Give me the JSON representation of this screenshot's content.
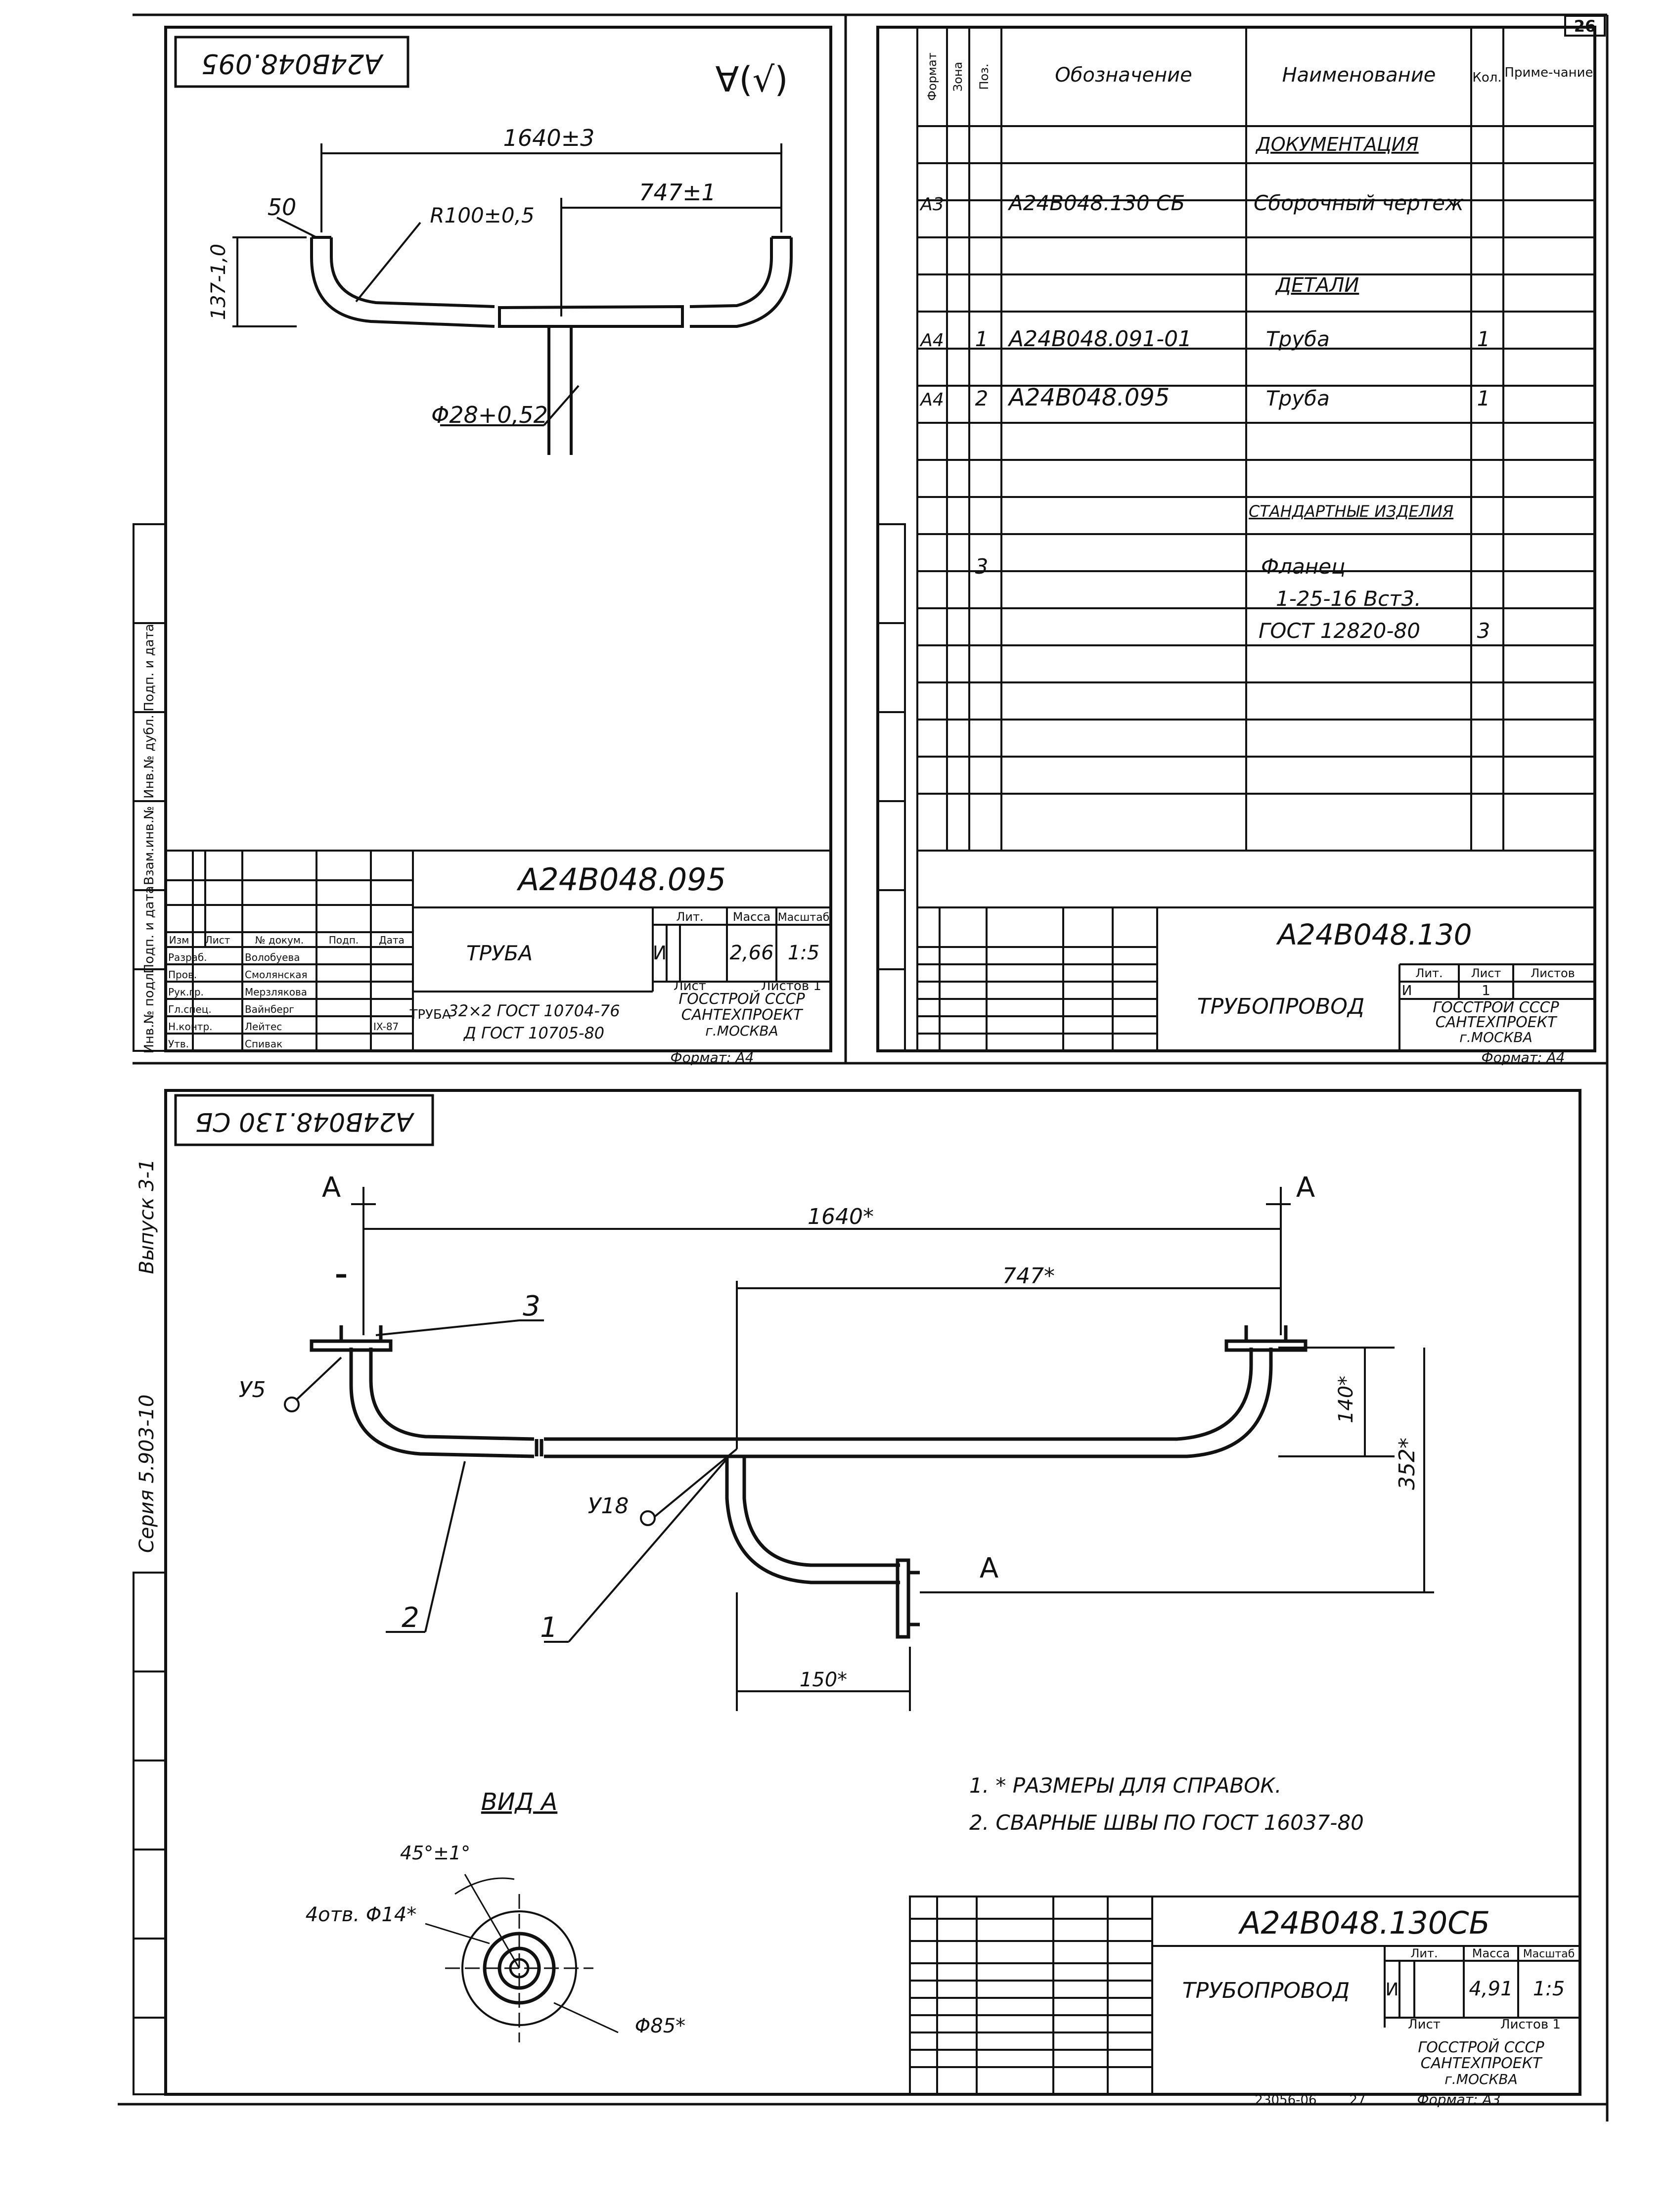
{
  "page_number": "26",
  "sheet1": {
    "top_code": "А24В048.095",
    "roughness": "∀(√)",
    "dim_length": "1640±3",
    "dim_half": "747±1",
    "dim_radius": "R100±0,5",
    "dim_angle": "50",
    "dim_height": "137-1,0",
    "dim_hole": "Φ28+0,52",
    "title": {
      "code": "А24В048.095",
      "name": "ТРУБА",
      "lit": "И",
      "mass": "2,66",
      "scale": "1:5",
      "lit_h": "Лит.",
      "mass_h": "Масса",
      "scale_h": "Масштаб",
      "sheet_h": "Лист",
      "sheets_h": "Листов 1",
      "material_label": "ТРУБА",
      "material_1": "32×2 ГОСТ 10704-76",
      "material_2": "Д ГОСТ 10705-80",
      "org_1": "ГОССТРОЙ СССР",
      "org_2": "САНТЕХПРОЕКТ",
      "org_3": "г.МОСКВА",
      "format": "Формат: А4",
      "col_izm": "Изм",
      "col_list": "Лист",
      "col_doc": "№ докум.",
      "col_sign": "Подп.",
      "col_date": "Дата",
      "roles": [
        "Разраб.",
        "Пров.",
        "Рук.гр.",
        "Гл.спец.",
        "Н.контр.",
        "Утв."
      ],
      "names": [
        "Волобуева",
        "Смолянская",
        "Мерзлякова",
        "Вайнберг",
        "Лейтес",
        "Спивак"
      ],
      "date_mark": "IX-87"
    }
  },
  "sheet2": {
    "headers": [
      "Формат",
      "Зона",
      "Поз.",
      "Обозначение",
      "Наименование",
      "Кол.",
      "Приме-чание"
    ],
    "rows": [
      {
        "format": "",
        "pos": "",
        "code": "",
        "name": "ДОКУМЕНТАЦИЯ",
        "qty": ""
      },
      {
        "format": "А3",
        "pos": "",
        "code": "А24В048.130 СБ",
        "name": "Сборочный чертеж",
        "qty": ""
      },
      {
        "format": "",
        "pos": "",
        "code": "",
        "name": "ДЕТАЛИ",
        "qty": ""
      },
      {
        "format": "А4",
        "pos": "1",
        "code": "А24В048.091-01",
        "name": "Труба",
        "qty": "1"
      },
      {
        "format": "А4",
        "pos": "2",
        "code": "А24В048.095",
        "name": "Труба",
        "qty": "1"
      },
      {
        "format": "",
        "pos": "",
        "code": "",
        "name": "СТАНДАРТНЫЕ ИЗДЕЛИЯ",
        "qty": ""
      },
      {
        "format": "",
        "pos": "3",
        "code": "",
        "name": "Фланец",
        "qty": ""
      },
      {
        "format": "",
        "pos": "",
        "code": "",
        "name": "1-25-16 Вст3.",
        "qty": ""
      },
      {
        "format": "",
        "pos": "",
        "code": "",
        "name": "ГОСТ 12820-80",
        "qty": "3"
      }
    ],
    "title": {
      "code": "А24В048.130",
      "name": "ТРУБОПРОВОД",
      "lit": "И",
      "sheet": "1",
      "lit_h": "Лит.",
      "sheet_h": "Лист",
      "sheets_h": "Листов",
      "org_1": "ГОССТРОЙ СССР",
      "org_2": "САНТЕХПРОЕКТ",
      "org_3": "г.МОСКВА",
      "format": "Формат: А4"
    }
  },
  "side_labels": [
    "Инв.№ подл.",
    "Подп. и дата",
    "Взам.инв.№",
    "Инв.№ дубл.",
    "Подп. и дата"
  ],
  "side_series": "Серия 5.903-10",
  "side_issue": "Выпуск 3-1",
  "sheet3": {
    "top_code": "А24В048.130 СБ",
    "section_mark": "А",
    "dim_length": "1640*",
    "dim_half": "747*",
    "dim_140": "140*",
    "dim_352": "352*",
    "dim_150": "150*",
    "callout_1": "1",
    "callout_2": "2",
    "callout_3": "3",
    "weld_1": "У5",
    "weld_2": "У18",
    "view_label": "ВИД А",
    "view_angle": "45°±1°",
    "view_holes": "4отв. Φ14*",
    "view_dia": "Φ85*",
    "notes": [
      "1. * РАЗМЕРЫ ДЛЯ СПРАВОК.",
      "2. СВАРНЫЕ ШВЫ ПО ГОСТ 16037-80"
    ],
    "title": {
      "code": "А24В048.130СБ",
      "name": "ТРУБОПРОВОД",
      "lit": "И",
      "mass": "4,91",
      "scale": "1:5",
      "lit_h": "Лит.",
      "mass_h": "Масса",
      "scale_h": "Масштаб",
      "sheet_h": "Лист",
      "sheets_h": "Листов 1",
      "org_1": "ГОССТРОЙ СССР",
      "org_2": "САНТЕХПРОЕКТ",
      "org_3": "г.МОСКВА",
      "format": "Формат: А3"
    },
    "footer_code": "23056-06",
    "footer_page": "27"
  }
}
